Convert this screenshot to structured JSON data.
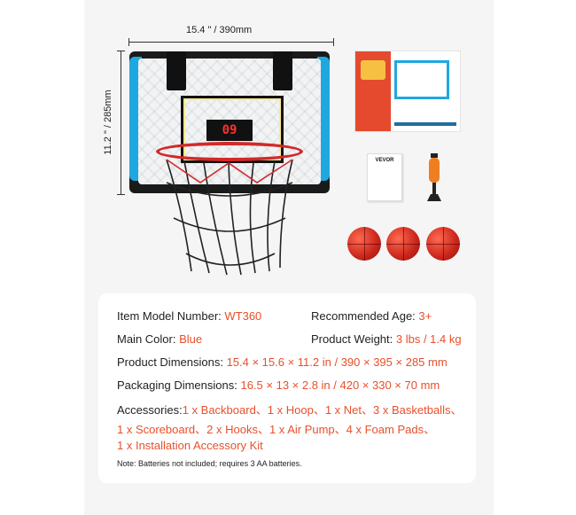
{
  "dimensions": {
    "width_label": "15.4 \" / 390mm",
    "height_label": "11.2 \" / 285mm"
  },
  "scoreboard_display": "09",
  "manual_brand": "VEVOR",
  "specs": {
    "model_label": "Item Model Number: ",
    "model_value": "WT360",
    "age_label": "Recommended Age: ",
    "age_value": "3+",
    "color_label": "Main Color: ",
    "color_value": "Blue",
    "weight_label": "Product Weight: ",
    "weight_value": "3 lbs / 1.4 kg",
    "prod_dim_label": "Product Dimensions: ",
    "prod_dim_value": "15.4 × 15.6 × 11.2 in / 390 × 395 × 285 mm",
    "pack_dim_label": "Packaging Dimensions: ",
    "pack_dim_value": "16.5 × 13 × 2.8 in / 420 × 330 × 70 mm",
    "acc_label": "Accessories:",
    "acc_line1": "1 x Backboard、1 x Hoop、1 x Net、3 x Basketballs、",
    "acc_line2": "1 x Scoreboard、2 x Hooks、1 x Air Pump、4 x Foam Pads、",
    "acc_line3": "1 x Installation Accessory Kit",
    "note": "Note: Batteries not included; requires 3 AA batteries."
  },
  "colors": {
    "accent": "#e8502b",
    "board_blue": "#1fa8e0",
    "rim_red": "#d12a2a",
    "panel_bg": "#f5f5f5"
  }
}
